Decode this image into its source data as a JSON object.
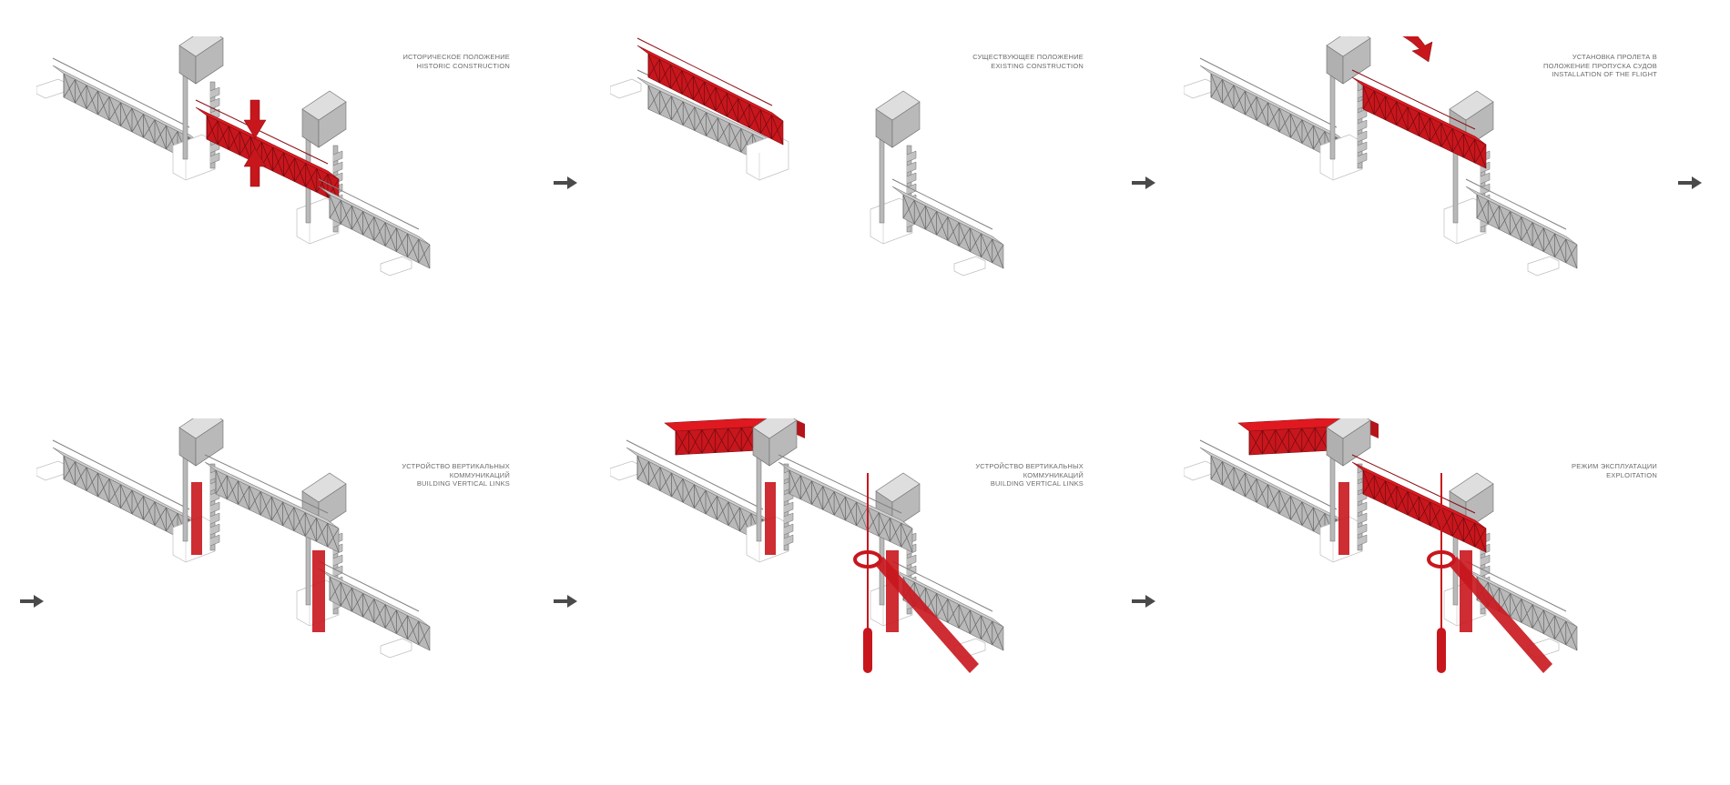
{
  "colors": {
    "accent": "#c8161d",
    "structure": "#b9b9b9",
    "structure_dark": "#8e8e8e",
    "base": "#ffffff",
    "caption": "#6b6b6b"
  },
  "arrow_icon": "right-arrow-icon",
  "panels": [
    {
      "id": "historic",
      "stage": "historic",
      "lines": [
        "ИСТОРИЧЕСКОЕ ПОЛОЖЕНИЕ",
        "HISTORIC CONSTRUCTION"
      ]
    },
    {
      "id": "existing",
      "stage": "existing",
      "lines": [
        "СУЩЕСТВУЮЩЕЕ ПОЛОЖЕНИЕ",
        "EXISTING CONSTRUCTION"
      ]
    },
    {
      "id": "installation",
      "stage": "installation",
      "lines": [
        "УСТАНОВКА ПРОЛЕТА В",
        "ПОЛОЖЕНИЕ ПРОПУСКА СУДОВ",
        "INSTALLATION OF THE FLIGHT"
      ]
    },
    {
      "id": "vertical-1",
      "stage": "vertical1",
      "lines": [
        "УСТРОЙСТВО ВЕРТИКАЛЬНЫХ",
        "КОММУНИКАЦИЙ",
        "BUILDING VERTICAL LINKS"
      ]
    },
    {
      "id": "vertical-2",
      "stage": "vertical2",
      "lines": [
        "УСТРОЙСТВО ВЕРТИКАЛЬНЫХ",
        "КОММУНИКАЦИЙ",
        "BUILDING VERTICAL LINKS"
      ]
    },
    {
      "id": "exploitation",
      "stage": "exploitation",
      "lines": [
        "РЕЖИМ ЭКСПЛУАТАЦИИ",
        "EXPLOITATION"
      ]
    }
  ]
}
